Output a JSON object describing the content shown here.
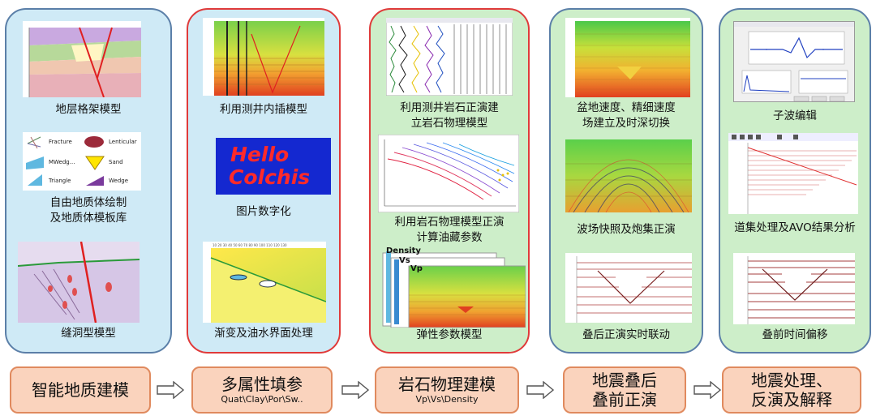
{
  "captions": {
    "strat_model": "地层格架模型",
    "geobody_line1": "自由地质体绘制",
    "geobody_line2": "及地质体模板库",
    "fracture_model": "缝洞型模型",
    "well_interp": "利用测井内插模型",
    "image_digitize": "图片数字化",
    "gradient_owc": "渐变及油水界面处理",
    "rock_phys_line1": "利用测井岩石正演建",
    "rock_phys_line2": "立岩石物理模型",
    "reservoir_line1": "利用岩石物理模型正演",
    "reservoir_line2": "计算油藏参数",
    "elastic_model": "弹性参数模型",
    "velocity_line1": "盆地速度、精细速度",
    "velocity_line2": "场建立及时深切换",
    "wavefield": "波场快照及炮集正演",
    "poststack": "叠后正演实时联动",
    "wavelet": "子波编辑",
    "gather_avo": "道集处理及AVO结果分析",
    "prestack_mig": "叠前时间偏移"
  },
  "legend": {
    "fracture": "Fracture",
    "lenticular": "Lenticular",
    "mwedge": "MWedg...",
    "sand": "Sand",
    "triangle": "Triangle",
    "wedge": "Wedge"
  },
  "image_text": {
    "hello": "Hello",
    "colchis": "Colchis",
    "density": "Density",
    "vs": "Vs",
    "vp": "Vp"
  },
  "flow": {
    "step1": "智能地质建模",
    "step2": "多属性填参",
    "step2_sub": "Quat\\Clay\\Por\\Sw..",
    "step3": "岩石物理建模",
    "step3_sub": "Vp\\Vs\\Density",
    "step4_line1": "地震叠后",
    "step4_line2": "叠前正演",
    "step5_line1": "地震处理、",
    "step5_line2": "反演及解释"
  }
}
